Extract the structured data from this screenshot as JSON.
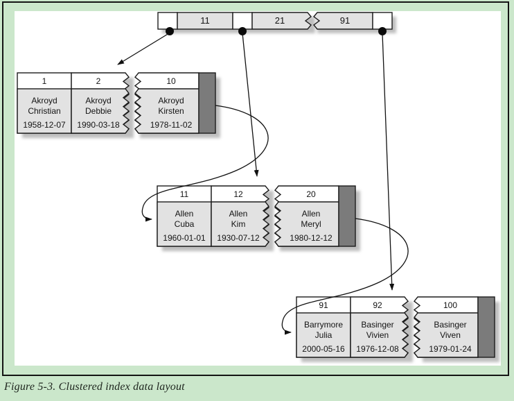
{
  "figure": {
    "caption": "Figure 5-3. Clustered index data layout"
  },
  "root_node": {
    "keys": [
      "11",
      "21",
      "91"
    ]
  },
  "pages": [
    {
      "records": [
        {
          "id": "1",
          "last": "Akroyd",
          "first": "Christian",
          "date": "1958-12-07"
        },
        {
          "id": "2",
          "last": "Akroyd",
          "first": "Debbie",
          "date": "1990-03-18"
        },
        {
          "id": "10",
          "last": "Akroyd",
          "first": "Kirsten",
          "date": "1978-11-02"
        }
      ]
    },
    {
      "records": [
        {
          "id": "11",
          "last": "Allen",
          "first": "Cuba",
          "date": "1960-01-01"
        },
        {
          "id": "12",
          "last": "Allen",
          "first": "Kim",
          "date": "1930-07-12"
        },
        {
          "id": "20",
          "last": "Allen",
          "first": "Meryl",
          "date": "1980-12-12"
        }
      ]
    },
    {
      "records": [
        {
          "id": "91",
          "last": "Barrymore",
          "first": "Julia",
          "date": "2000-05-16"
        },
        {
          "id": "92",
          "last": "Basinger",
          "first": "Vivien",
          "date": "1976-12-08"
        },
        {
          "id": "100",
          "last": "Basinger",
          "first": "Viven",
          "date": "1979-01-24"
        }
      ]
    }
  ],
  "colors": {
    "background_green": "#cbe7cb",
    "panel_white": "#ffffff",
    "cell_gray": "#e2e2e2",
    "next_pointer_gray": "#7b7b7b",
    "line_black": "#1c1c1c"
  }
}
